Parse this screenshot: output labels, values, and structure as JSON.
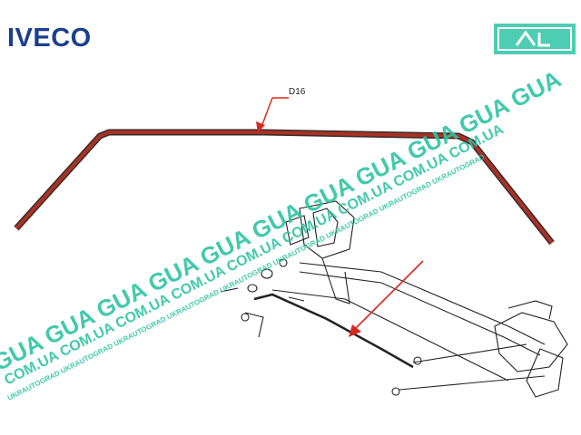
{
  "brand": {
    "name": "IVECO",
    "color": "#1b3f8f"
  },
  "part": {
    "label": "D16",
    "color": "#a83224"
  },
  "arrow_color": "#d62a1f",
  "watermark": {
    "word": "GUA",
    "domain": "COM.UA",
    "company": "UKRAUTOGRAD",
    "color": "#2ec4a4"
  },
  "icons": [
    "iveco-logo",
    "ukrautograd-badge-icon",
    "callout-arrow-icon"
  ]
}
